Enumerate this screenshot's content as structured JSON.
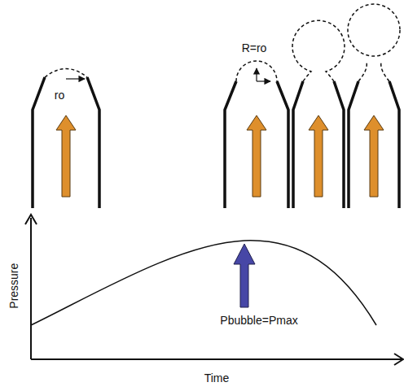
{
  "diagram": {
    "labels": [
      "ro",
      "R=ro",
      "Pbubble=Pmax",
      "Pressure",
      "Time"
    ]
  }
}
